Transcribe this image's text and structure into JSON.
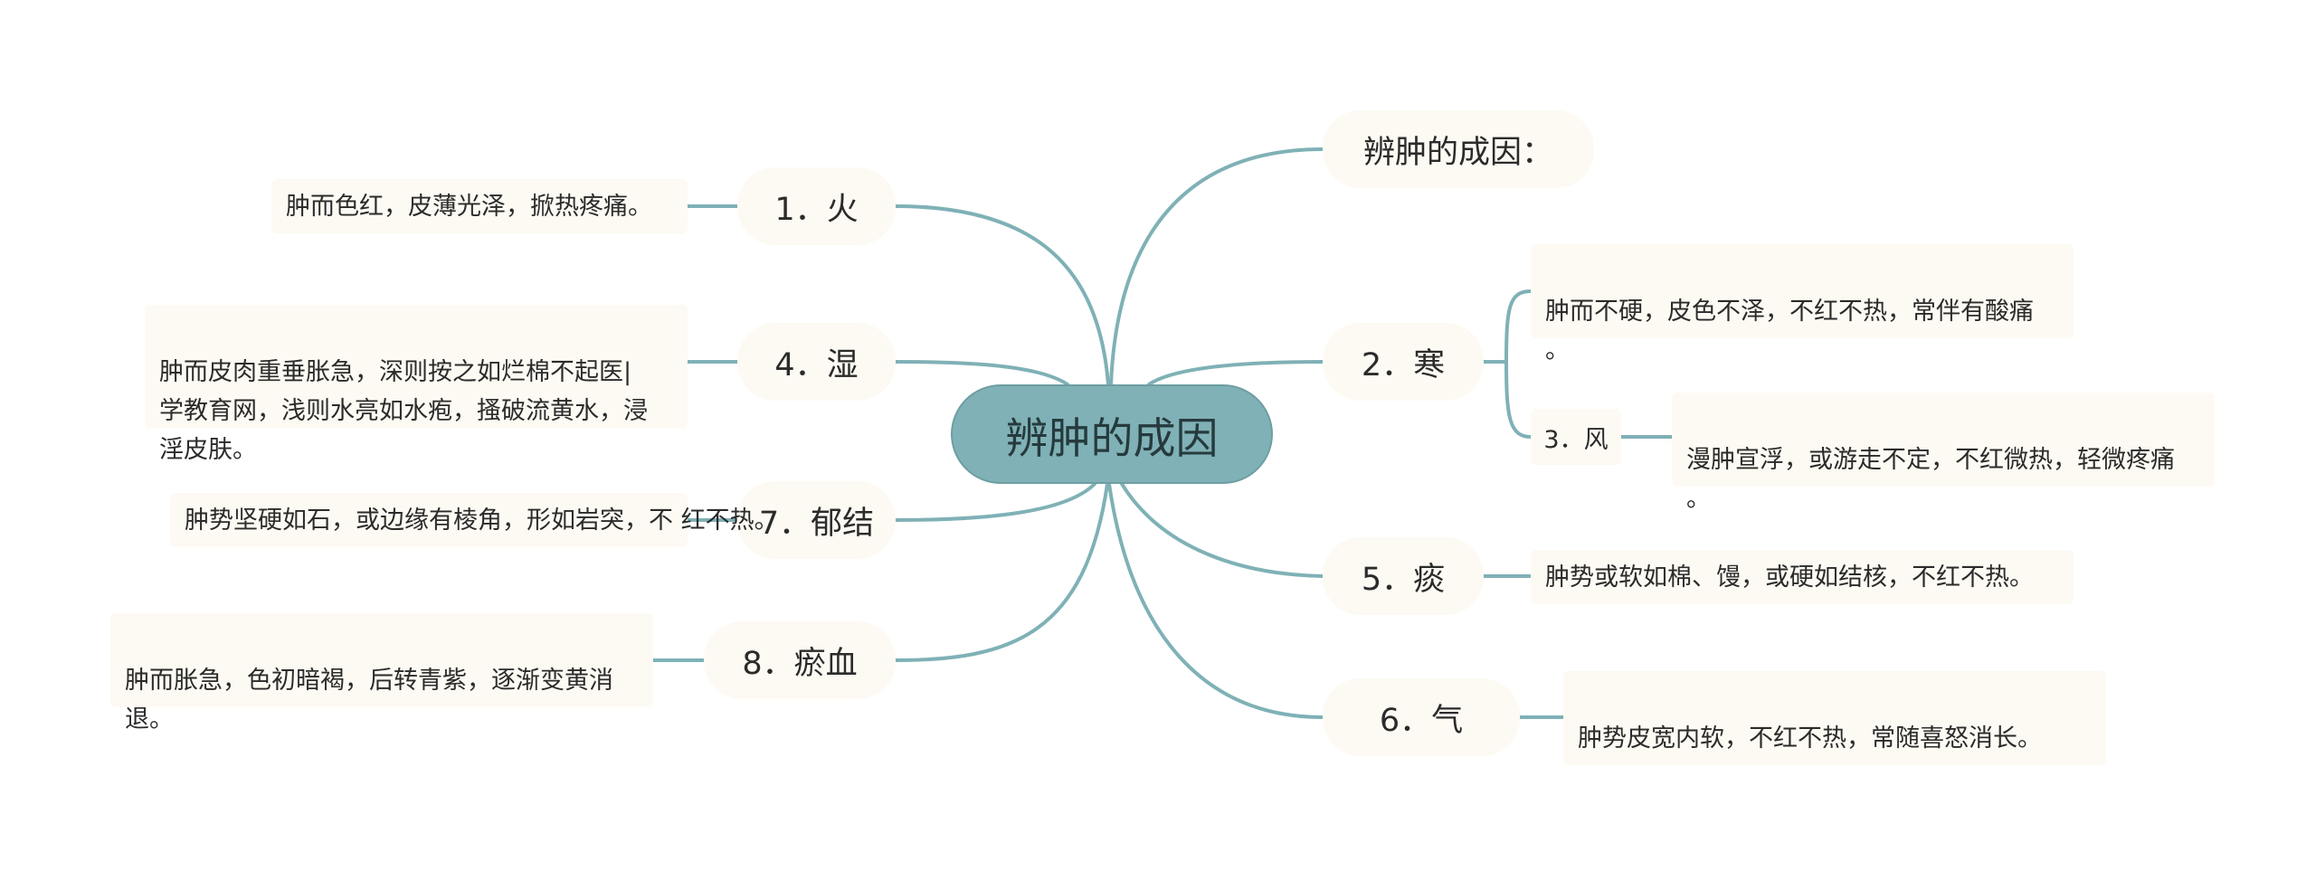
{
  "colors": {
    "line": "#7fb1b6",
    "node_bg": "#fcfaf2",
    "center_bg": "#7fb1b6"
  },
  "center": {
    "label": "辨肿的成因"
  },
  "branches": [
    {
      "id": "intro",
      "label": "辨肿的成因："
    },
    {
      "id": "fire",
      "label": "1．火",
      "note": "肿而色红，皮薄光泽，掀热疼痛。"
    },
    {
      "id": "cold",
      "label": "2．寒",
      "note": "肿而不硬，皮色不泽，不红不热，常伴有酸痛\n。"
    },
    {
      "id": "wind",
      "label": "3．风",
      "note": "漫肿宣浮，或游走不定，不红微热，轻微疼痛\n。"
    },
    {
      "id": "damp",
      "label": "4．湿",
      "note": "肿而皮肉重垂胀急，深则按之如烂棉不起医|\n学教育网，浅则水亮如水疱，搔破流黄水，浸\n淫皮肤。"
    },
    {
      "id": "phlegm",
      "label": "5．痰",
      "note": "肿势或软如棉、馒，或硬如结核，不红不热。"
    },
    {
      "id": "qi",
      "label": "6．气",
      "note": "肿势皮宽内软，不红不热，常随喜怒消长。"
    },
    {
      "id": "stagnation",
      "label": "7．郁结",
      "note": "肿势坚硬如石，或边缘有棱角，形如岩突，不\n红不热。"
    },
    {
      "id": "blood",
      "label": "8．瘀血",
      "note": "肿而胀急，色初暗褐，后转青紫，逐渐变黄消\n退。"
    }
  ]
}
